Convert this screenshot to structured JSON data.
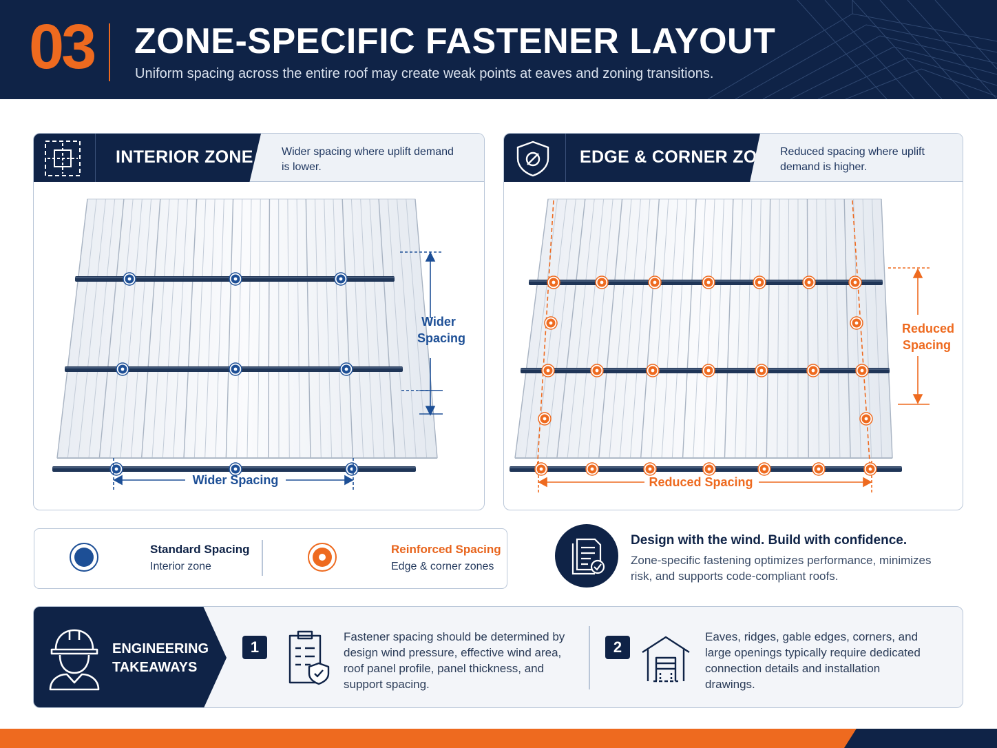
{
  "header": {
    "number": "03",
    "title": "ZONE-SPECIFIC FASTENER LAYOUT",
    "subtitle": "Uniform spacing across the entire roof may create weak points at eaves and zoning transitions."
  },
  "colors": {
    "navy": "#0f2347",
    "orange": "#ee6a1f",
    "standard_fastener": "#1d4f96",
    "reinforced_fastener": "#e8641c"
  },
  "interior_panel": {
    "icon": "layout-grid-icon",
    "title": "INTERIOR ZONE",
    "description": "Wider spacing where uplift demand is lower.",
    "horizontal_label": "Wider Spacing",
    "vertical_label_line1": "Wider",
    "vertical_label_line2": "Spacing",
    "purlin_rows": 3,
    "fasteners_per_row": 3
  },
  "edge_panel": {
    "icon": "shield-icon",
    "title": "EDGE & CORNER ZONES",
    "description": "Reduced spacing where uplift demand is higher.",
    "horizontal_label": "Reduced Spacing",
    "vertical_label_line1": "Reduced",
    "vertical_label_line2": "Spacing",
    "purlin_rows": 3,
    "fasteners_per_row": 7
  },
  "legend": {
    "standard_title": "Standard Spacing",
    "standard_sub": "Interior zone",
    "reinforced_title": "Reinforced Spacing",
    "reinforced_sub": "Edge & corner zones"
  },
  "callout": {
    "icon": "document-check-icon",
    "title": "Design with the wind. Build with confidence.",
    "text": "Zone-specific fastening optimizes performance, minimizes risk, and supports code-compliant roofs."
  },
  "takeaways": {
    "icon": "engineer-helmet-icon",
    "title_line1": "ENGINEERING",
    "title_line2": "TAKEAWAYS",
    "items": [
      {
        "num": "1",
        "icon": "clipboard-shield-icon",
        "text": "Fastener spacing should be determined by design wind pressure, effective wind area, roof panel profile, panel thickness, and support spacing."
      },
      {
        "num": "2",
        "icon": "building-icon",
        "text": "Eaves, ridges, gable edges, corners, and large openings typically require dedicated connection details and installation drawings."
      }
    ]
  }
}
